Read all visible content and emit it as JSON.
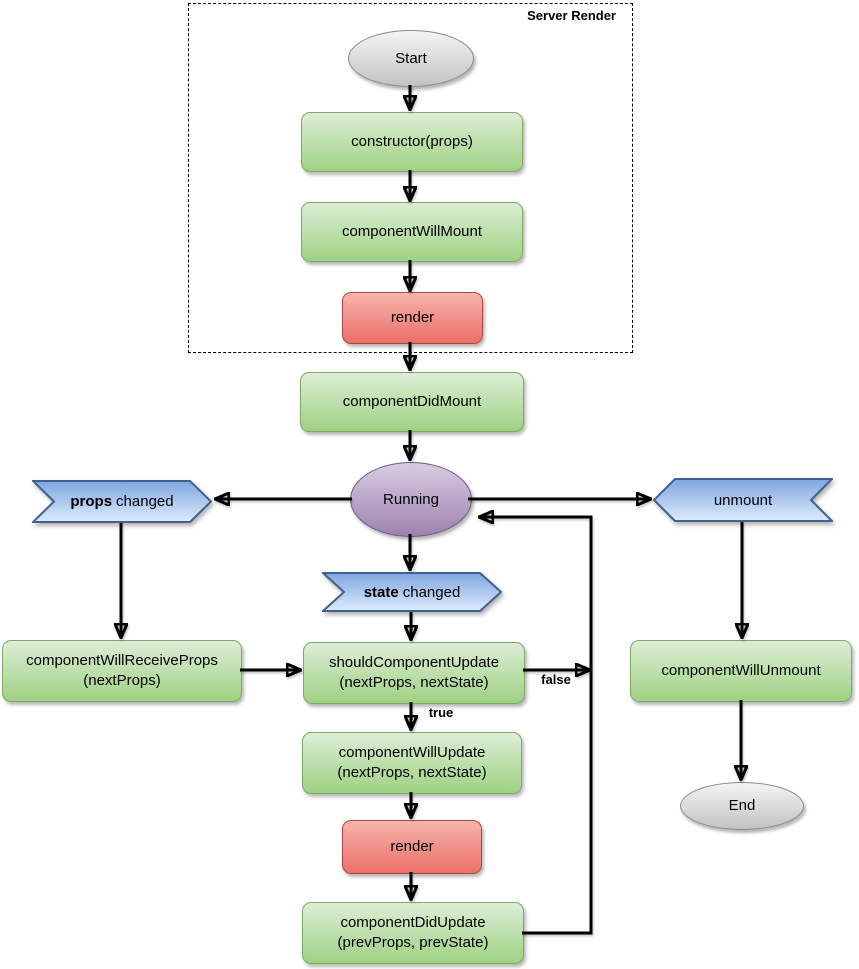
{
  "diagram": {
    "server_group": {
      "label": "Server Render"
    },
    "nodes": {
      "start": {
        "label": "Start"
      },
      "constructor": {
        "label": "constructor(props)"
      },
      "component_will_mount": {
        "label": "componentWillMount"
      },
      "render_mount": {
        "label": "render"
      },
      "component_did_mount": {
        "label": "componentDidMount"
      },
      "running": {
        "label": "Running"
      },
      "component_will_receive_props": {
        "label": "componentWillReceiveProps",
        "sublabel": "(nextProps)"
      },
      "should_component_update": {
        "label": "shouldComponentUpdate",
        "sublabel": "(nextProps, nextState)"
      },
      "component_will_update": {
        "label": "componentWillUpdate",
        "sublabel": "(nextProps, nextState)"
      },
      "render_update": {
        "label": "render"
      },
      "component_did_update": {
        "label": "componentDidUpdate",
        "sublabel": "(prevProps, prevState)"
      },
      "component_will_unmount": {
        "label": "componentWillUnmount"
      },
      "end": {
        "label": "End"
      }
    },
    "banners": {
      "props_changed": {
        "bold": "props",
        "rest": "changed"
      },
      "state_changed": {
        "bold": "state",
        "rest": "changed"
      },
      "unmount": {
        "label": "unmount"
      }
    },
    "edge_labels": {
      "true_label": "true",
      "false_label": "false"
    },
    "colors": {
      "node_green_top": "#ddeed6",
      "node_green_bottom": "#9fd183",
      "node_green_border": "#7fa765",
      "node_red_top": "#f6b3ac",
      "node_red_bottom": "#ec7069",
      "node_red_border": "#ab4742",
      "banner_blue_top": "#7ea6e0",
      "banner_blue_bottom": "#dcebfc",
      "banner_blue_border": "#41618f",
      "ellipse_purple_top": "#d8cce2",
      "ellipse_purple_bottom": "#9e82af",
      "ellipse_purple_border": "#6b5a7d",
      "ellipse_gray_top": "#f4f4f4",
      "ellipse_gray_bottom": "#c3c3c3",
      "ellipse_gray_border": "#8a8a8a",
      "edge_color": "#000000"
    }
  }
}
